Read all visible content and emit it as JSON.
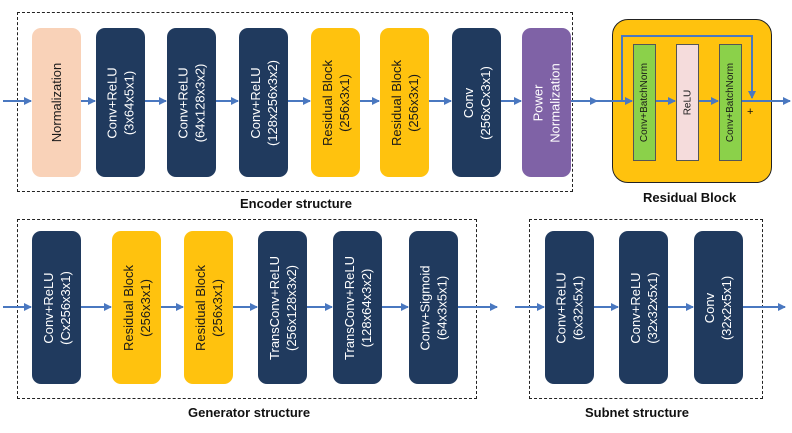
{
  "colors": {
    "navy": "#203a5e",
    "yellow": "#ffc20e",
    "peach": "#f9d2b8",
    "purple": "#7f62a6",
    "green": "#8bd14a",
    "pink": "#f5dcdc",
    "arrow": "#4a78c0"
  },
  "encoder": {
    "caption": "Encoder structure",
    "blocks": [
      {
        "text": "Normalization",
        "color": "peach"
      },
      {
        "text": "Conv+ReLU\n(3x64x5x1)",
        "color": "navy"
      },
      {
        "text": "Conv+ReLU\n(64x128x3x2)",
        "color": "navy"
      },
      {
        "text": "Conv+ReLU\n(128x256x3x2)",
        "color": "navy"
      },
      {
        "text": "Residual Block\n(256x3x1)",
        "color": "yellow"
      },
      {
        "text": "Residual Block\n(256x3x1)",
        "color": "yellow"
      },
      {
        "text": "Conv\n(256xCx3x1)",
        "color": "navy"
      },
      {
        "text": "Power\nNormalization",
        "color": "purple"
      }
    ]
  },
  "residual": {
    "caption": "Residual Block",
    "blocks": [
      {
        "text": "Conv+BatchNorm",
        "color": "green"
      },
      {
        "text": "ReLU",
        "color": "pink"
      },
      {
        "text": "Conv+BatchNorm",
        "color": "green"
      }
    ],
    "plus": "+"
  },
  "generator": {
    "caption": "Generator structure",
    "blocks": [
      {
        "text": "Conv+ReLU\n(Cx256x3x1)",
        "color": "navy"
      },
      {
        "text": "Residual Block\n(256x3x1)",
        "color": "yellow"
      },
      {
        "text": "Residual Block\n(256x3x1)",
        "color": "yellow"
      },
      {
        "text": "TransConv+ReLU\n(256x128x3x2)",
        "color": "navy"
      },
      {
        "text": "TransConv+ReLU\n(128x64x3x2)",
        "color": "navy"
      },
      {
        "text": "Conv+Sigmoid\n(64x3x5x1)",
        "color": "navy"
      }
    ]
  },
  "subnet": {
    "caption": "Subnet structure",
    "blocks": [
      {
        "text": "Conv+ReLU\n(6x32x5x1)",
        "color": "navy"
      },
      {
        "text": "Conv+ReLU\n(32x32x5x1)",
        "color": "navy"
      },
      {
        "text": "Conv\n(32x2x5x1)",
        "color": "navy"
      }
    ]
  }
}
